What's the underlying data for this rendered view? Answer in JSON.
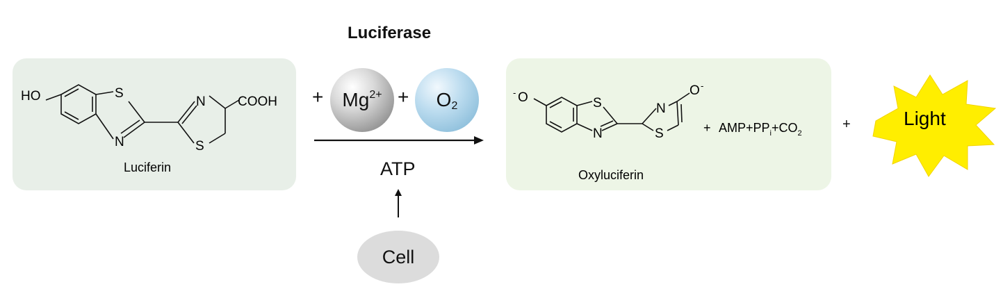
{
  "title": "Luciferase",
  "reactant": {
    "name": "Luciferin",
    "groups": {
      "ho": "HO",
      "s1": "S",
      "n1": "N",
      "n2": "N",
      "s2": "S",
      "cooh": "COOH"
    }
  },
  "cofactors": {
    "plus1": "+",
    "mg": {
      "base": "Mg",
      "charge": "2+"
    },
    "plus2": "+",
    "o2": {
      "base": "O",
      "sub": "2"
    }
  },
  "energy": {
    "atp": "ATP",
    "source": "Cell"
  },
  "product": {
    "name": "Oxyluciferin",
    "groups": {
      "o_minus_left_sign": "-",
      "o_left": "O",
      "s1": "S",
      "n1": "N",
      "n2": "N",
      "s2": "S",
      "o_right": "O",
      "o_minus_right_sign": "-"
    }
  },
  "byproducts": {
    "plus": "+",
    "amp_pp": "AMP+PP",
    "pp_sub": "i",
    "co": "+CO",
    "co_sub": "2"
  },
  "light": {
    "plus": "+",
    "label": "Light",
    "color": "#ffee00"
  },
  "colors": {
    "reactant_panel": "#e8efe8",
    "product_panel": "#edf5e6",
    "mg_ball": "#b0b0b0",
    "o2_ball": "#a3cde6",
    "cell": "#dcdcdc"
  }
}
